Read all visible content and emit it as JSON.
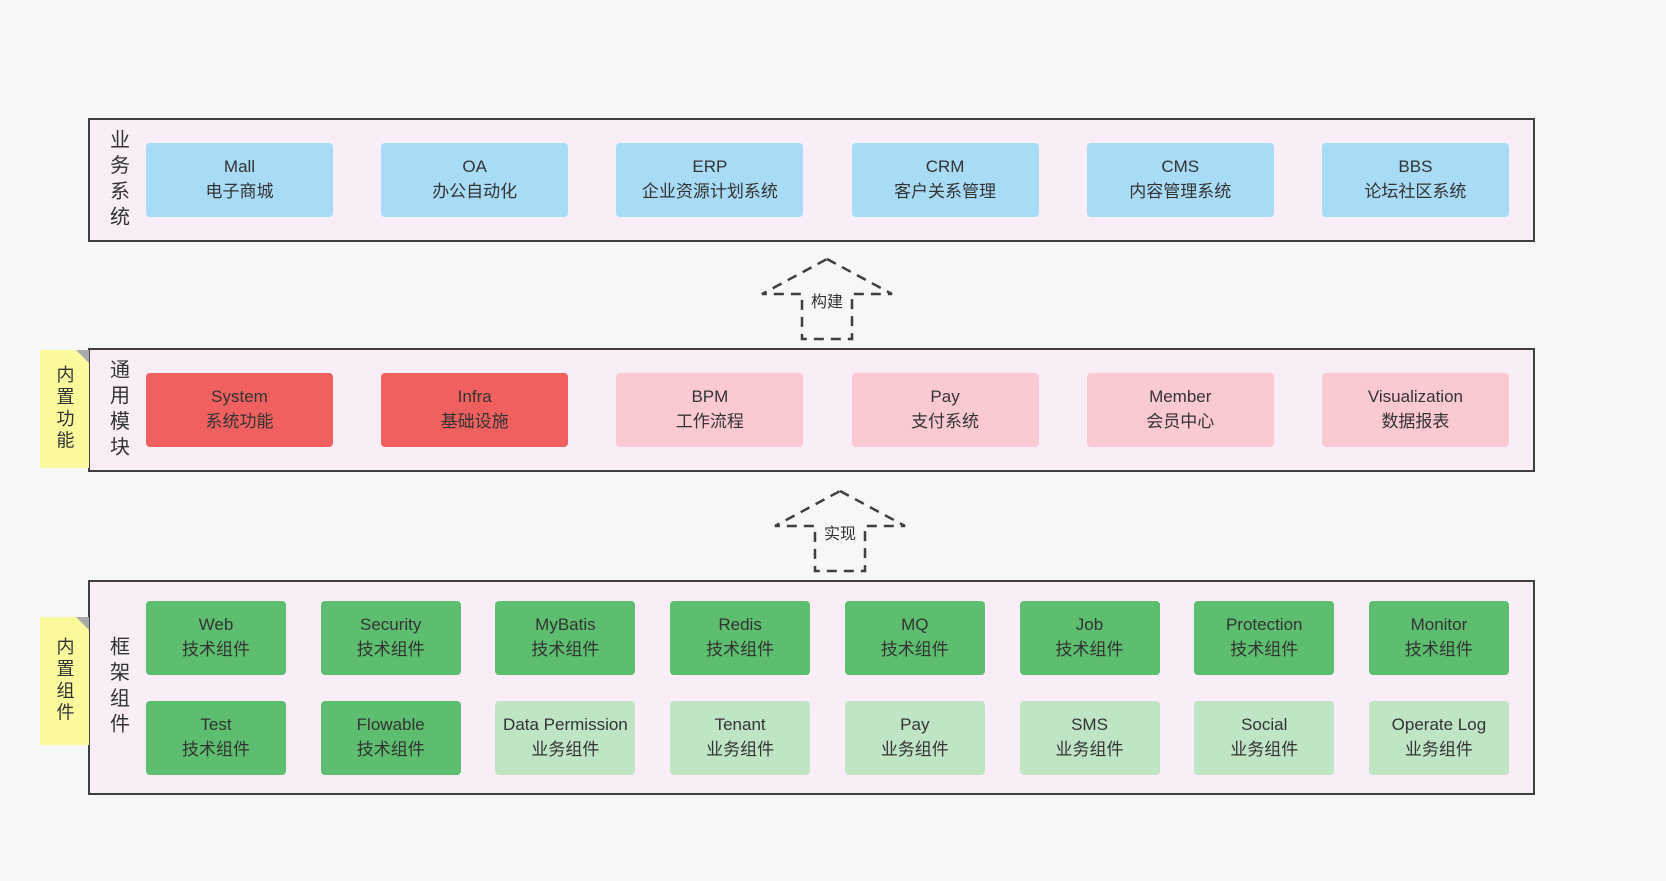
{
  "colors": {
    "page-bg": "#f7f7f7",
    "container-bg": "#f9eef8",
    "container-border": "#3f3f3f",
    "note-yellow": "#fbfa9d",
    "blue": "#a8dbf5",
    "red": "#f0605f",
    "pink": "#fbc9d2",
    "green-dark": "#5cbe6e",
    "green-light": "#c0e5c5"
  },
  "sections": {
    "business": {
      "side_label": "业务系统",
      "boxes": [
        {
          "title": "Mall",
          "subtitle": "电子商城",
          "color": "blue"
        },
        {
          "title": "OA",
          "subtitle": "办公自动化",
          "color": "blue"
        },
        {
          "title": "ERP",
          "subtitle": "企业资源计划系统",
          "color": "blue"
        },
        {
          "title": "CRM",
          "subtitle": "客户关系管理",
          "color": "blue"
        },
        {
          "title": "CMS",
          "subtitle": "内容管理系统",
          "color": "blue"
        },
        {
          "title": "BBS",
          "subtitle": "论坛社区系统",
          "color": "blue"
        }
      ]
    },
    "modules": {
      "side_label": "通用模块",
      "note": "内置功能",
      "boxes": [
        {
          "title": "System",
          "subtitle": "系统功能",
          "color": "red"
        },
        {
          "title": "Infra",
          "subtitle": "基础设施",
          "color": "red"
        },
        {
          "title": "BPM",
          "subtitle": "工作流程",
          "color": "pink"
        },
        {
          "title": "Pay",
          "subtitle": "支付系统",
          "color": "pink"
        },
        {
          "title": "Member",
          "subtitle": "会员中心",
          "color": "pink"
        },
        {
          "title": "Visualization",
          "subtitle": "数据报表",
          "color": "pink"
        }
      ]
    },
    "framework": {
      "side_label": "框架组件",
      "note": "内置组件",
      "rows": [
        [
          {
            "title": "Web",
            "subtitle": "技术组件",
            "color": "green-dark"
          },
          {
            "title": "Security",
            "subtitle": "技术组件",
            "color": "green-dark"
          },
          {
            "title": "MyBatis",
            "subtitle": "技术组件",
            "color": "green-dark"
          },
          {
            "title": "Redis",
            "subtitle": "技术组件",
            "color": "green-dark"
          },
          {
            "title": "MQ",
            "subtitle": "技术组件",
            "color": "green-dark"
          },
          {
            "title": "Job",
            "subtitle": "技术组件",
            "color": "green-dark"
          },
          {
            "title": "Protection",
            "subtitle": "技术组件",
            "color": "green-dark"
          },
          {
            "title": "Monitor",
            "subtitle": "技术组件",
            "color": "green-dark"
          }
        ],
        [
          {
            "title": "Test",
            "subtitle": "技术组件",
            "color": "green-dark"
          },
          {
            "title": "Flowable",
            "subtitle": "技术组件",
            "color": "green-dark"
          },
          {
            "title": "Data Permission",
            "subtitle": "业务组件",
            "color": "green-light"
          },
          {
            "title": "Tenant",
            "subtitle": "业务组件",
            "color": "green-light"
          },
          {
            "title": "Pay",
            "subtitle": "业务组件",
            "color": "green-light"
          },
          {
            "title": "SMS",
            "subtitle": "业务组件",
            "color": "green-light"
          },
          {
            "title": "Social",
            "subtitle": "业务组件",
            "color": "green-light"
          },
          {
            "title": "Operate Log",
            "subtitle": "业务组件",
            "color": "green-light"
          }
        ]
      ]
    }
  },
  "arrows": {
    "build": "构建",
    "implement": "实现"
  }
}
